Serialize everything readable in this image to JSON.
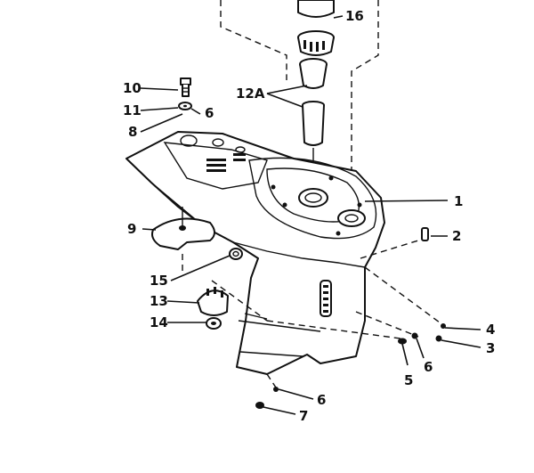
{
  "diagram": {
    "type": "exploded-parts-diagram",
    "callouts": {
      "c1": "1",
      "c2": "2",
      "c3": "3",
      "c4": "4",
      "c5": "5",
      "c6_screw": "6",
      "c6_bottom": "6",
      "c6_top": "6",
      "c7": "7",
      "c8": "8",
      "c9": "9",
      "c10": "10",
      "c11": "11",
      "c12a": "12A",
      "c13": "13",
      "c14": "14",
      "c15": "15",
      "c16": "16"
    }
  }
}
